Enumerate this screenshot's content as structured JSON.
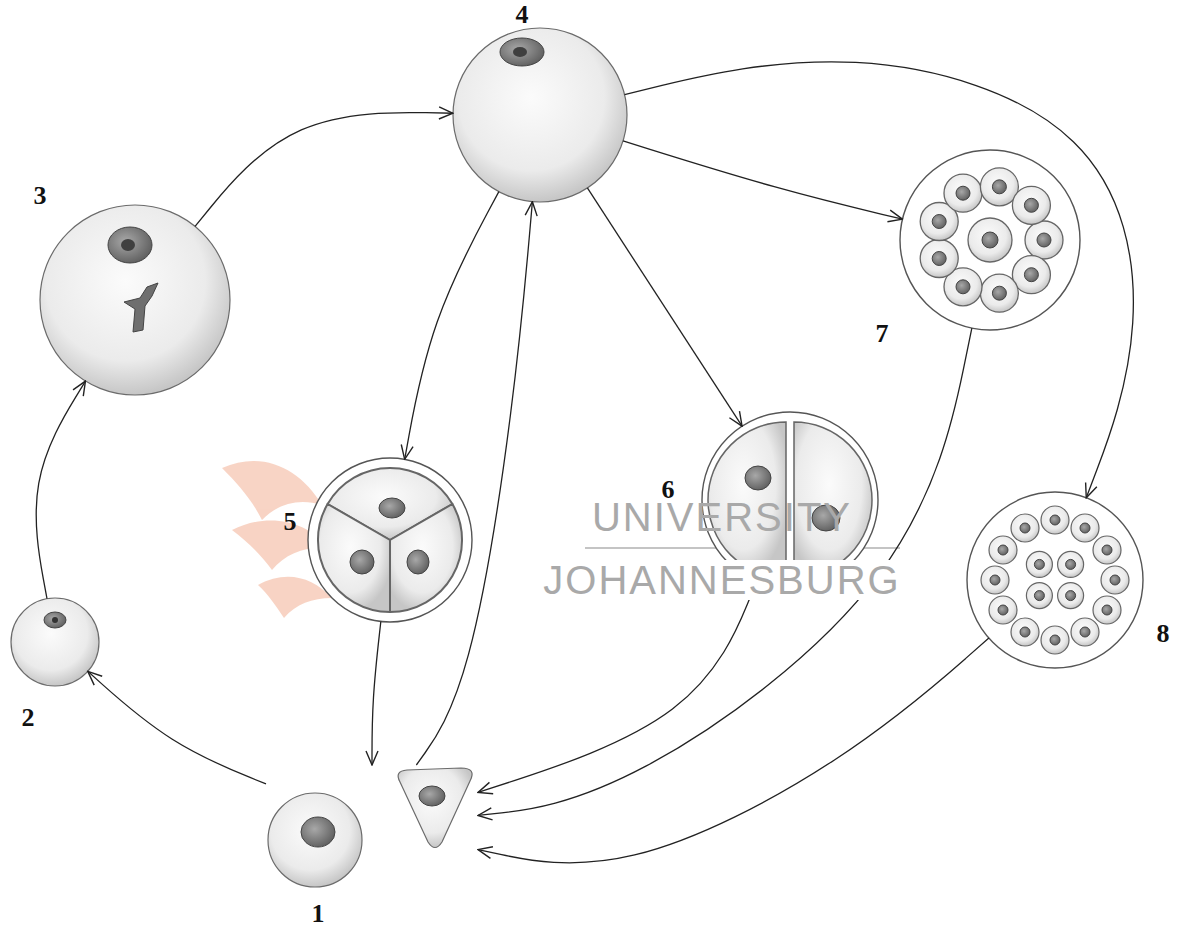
{
  "diagram": {
    "nodes": [
      {
        "text": [
          "1"
        ]
      },
      {
        "text": [
          "2"
        ]
      },
      {
        "text": [
          "3"
        ]
      },
      {
        "text": [
          "4"
        ]
      },
      {
        "text": [
          "5"
        ]
      },
      {
        "text": [
          "6"
        ]
      },
      {
        "text": [
          "7"
        ]
      },
      {
        "text": [
          "8"
        ]
      }
    ],
    "edges": [
      {
        "from": 0,
        "to": 1,
        "arrow": "to"
      },
      {
        "from": 1,
        "to": 2,
        "arrow": "to"
      },
      {
        "from": 2,
        "to": 3,
        "arrow": "to"
      },
      {
        "from": 0,
        "to": 3,
        "arrow": "to"
      },
      {
        "from": 3,
        "to": 4,
        "arrow": "to"
      },
      {
        "from": 3,
        "to": 5,
        "arrow": "to"
      },
      {
        "from": 3,
        "to": 6,
        "arrow": "to"
      },
      {
        "from": 3,
        "to": 7,
        "arrow": "to"
      },
      {
        "from": 4,
        "to": 0,
        "arrow": "to"
      },
      {
        "from": 5,
        "to": 0,
        "arrow": "to"
      },
      {
        "from": 6,
        "to": 0,
        "arrow": "to"
      },
      {
        "from": 7,
        "to": 0,
        "arrow": "to"
      }
    ],
    "labels": [
      "UNIVERSITY",
      "JOHANNESBURG"
    ]
  }
}
